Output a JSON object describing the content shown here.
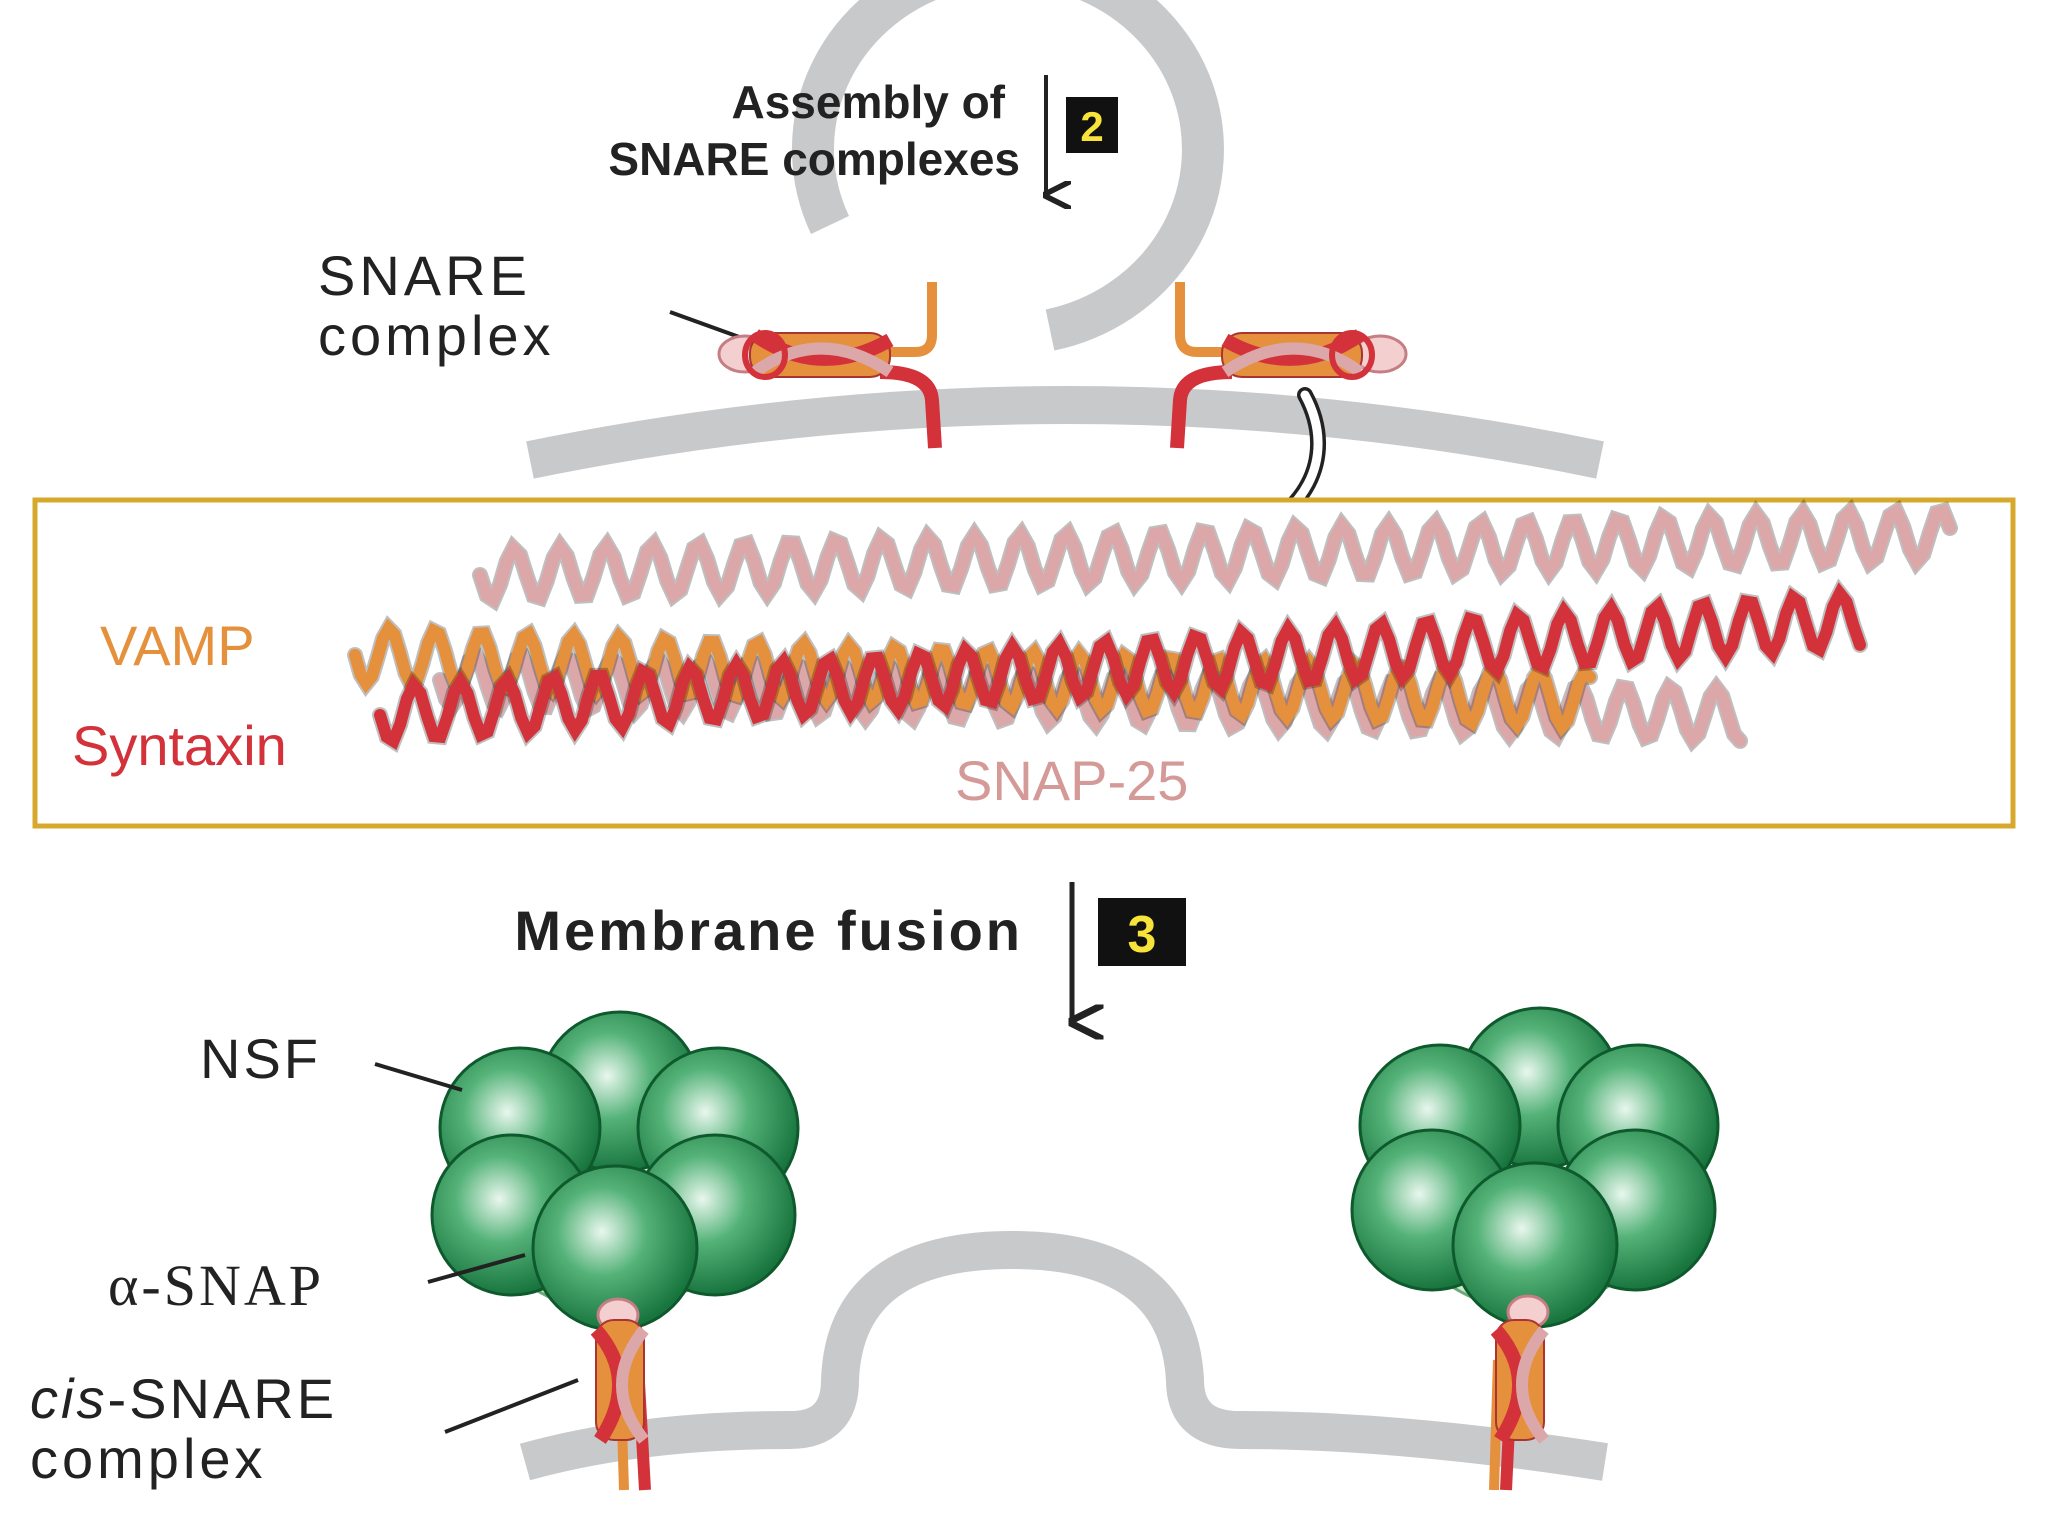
{
  "step2": {
    "line1": "Assembly of",
    "line2": "SNARE complexes",
    "number": "2"
  },
  "snare_complex_label": {
    "line1": "SNARE",
    "line2": "complex"
  },
  "structure_box": {
    "vamp": "VAMP",
    "syntaxin": "Syntaxin",
    "snap25": "SNAP-25"
  },
  "step3": {
    "label": "Membrane fusion",
    "number": "3"
  },
  "labels": {
    "nsf": "NSF",
    "alpha_snap": "α-SNAP",
    "cis_prefix": "cis",
    "cis_suffix": "-SNARE",
    "cis_line2": "complex"
  },
  "colors": {
    "membrane": "#c8c9cb",
    "box_border": "#d6a92c",
    "vamp": "#e5903c",
    "syntaxin": "#d3323a",
    "snap25": "#dba7a8",
    "nsf": "#1f8a4a",
    "alpha_snap": "#cfead2",
    "badge_bg": "#111111",
    "badge_text": "#f7e33a"
  }
}
